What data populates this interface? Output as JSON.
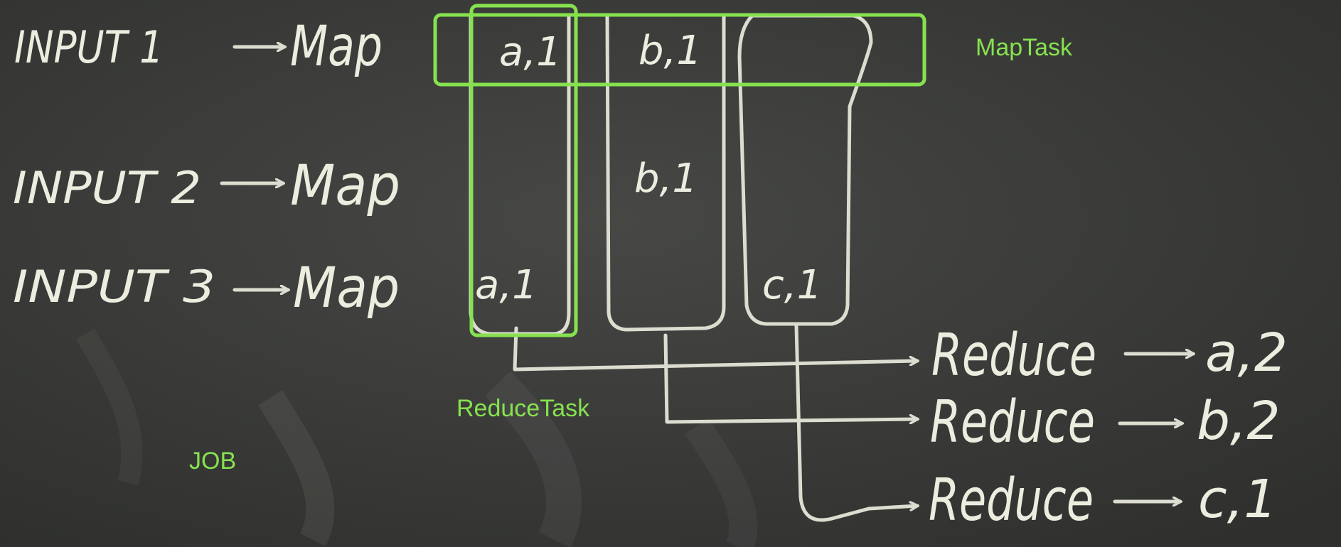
{
  "board": {
    "inputs": [
      {
        "input": "INPUT 1",
        "map": "Map"
      },
      {
        "input": "INPUT 2",
        "map": "Map"
      },
      {
        "input": "INPUT 3",
        "map": "Map"
      }
    ],
    "pairs": {
      "row1": [
        "a,1",
        "b,1"
      ],
      "row2": [
        "b,1"
      ],
      "row3": [
        "a,1",
        "c,1"
      ]
    },
    "reduces": [
      {
        "label": "Reduce",
        "output": "a,2"
      },
      {
        "label": "Reduce",
        "output": "b,2"
      },
      {
        "label": "Reduce",
        "output": "c,1"
      }
    ]
  },
  "annotations": {
    "map_task": "MapTask",
    "reduce_task": "ReduceTask",
    "job": "JOB"
  },
  "colors": {
    "highlight": "#86e24f",
    "chalk": "#e5e5d8",
    "board": "#3a3b39"
  }
}
